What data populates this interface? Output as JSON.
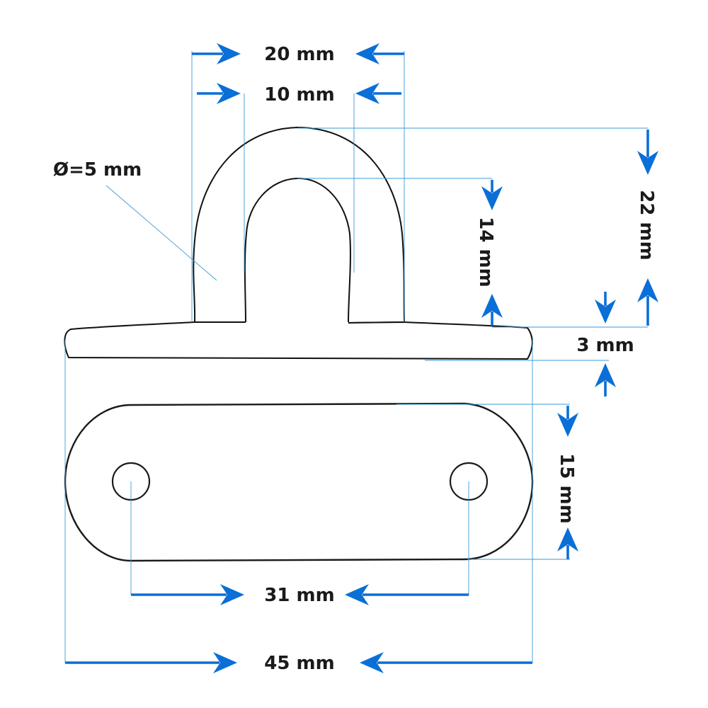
{
  "dimensions": {
    "loop_outer_width": "20 mm",
    "loop_inner_width": "10 mm",
    "wire_diameter": "Ø=5 mm",
    "total_height": "22 mm",
    "inner_height": "14 mm",
    "base_thickness": "3 mm",
    "plate_width": "15 mm",
    "hole_spacing": "31 mm",
    "total_length": "45 mm"
  },
  "colors": {
    "arrow": "#0a6fd6",
    "extension_line": "#3a9ad9",
    "outline": "#111111"
  }
}
